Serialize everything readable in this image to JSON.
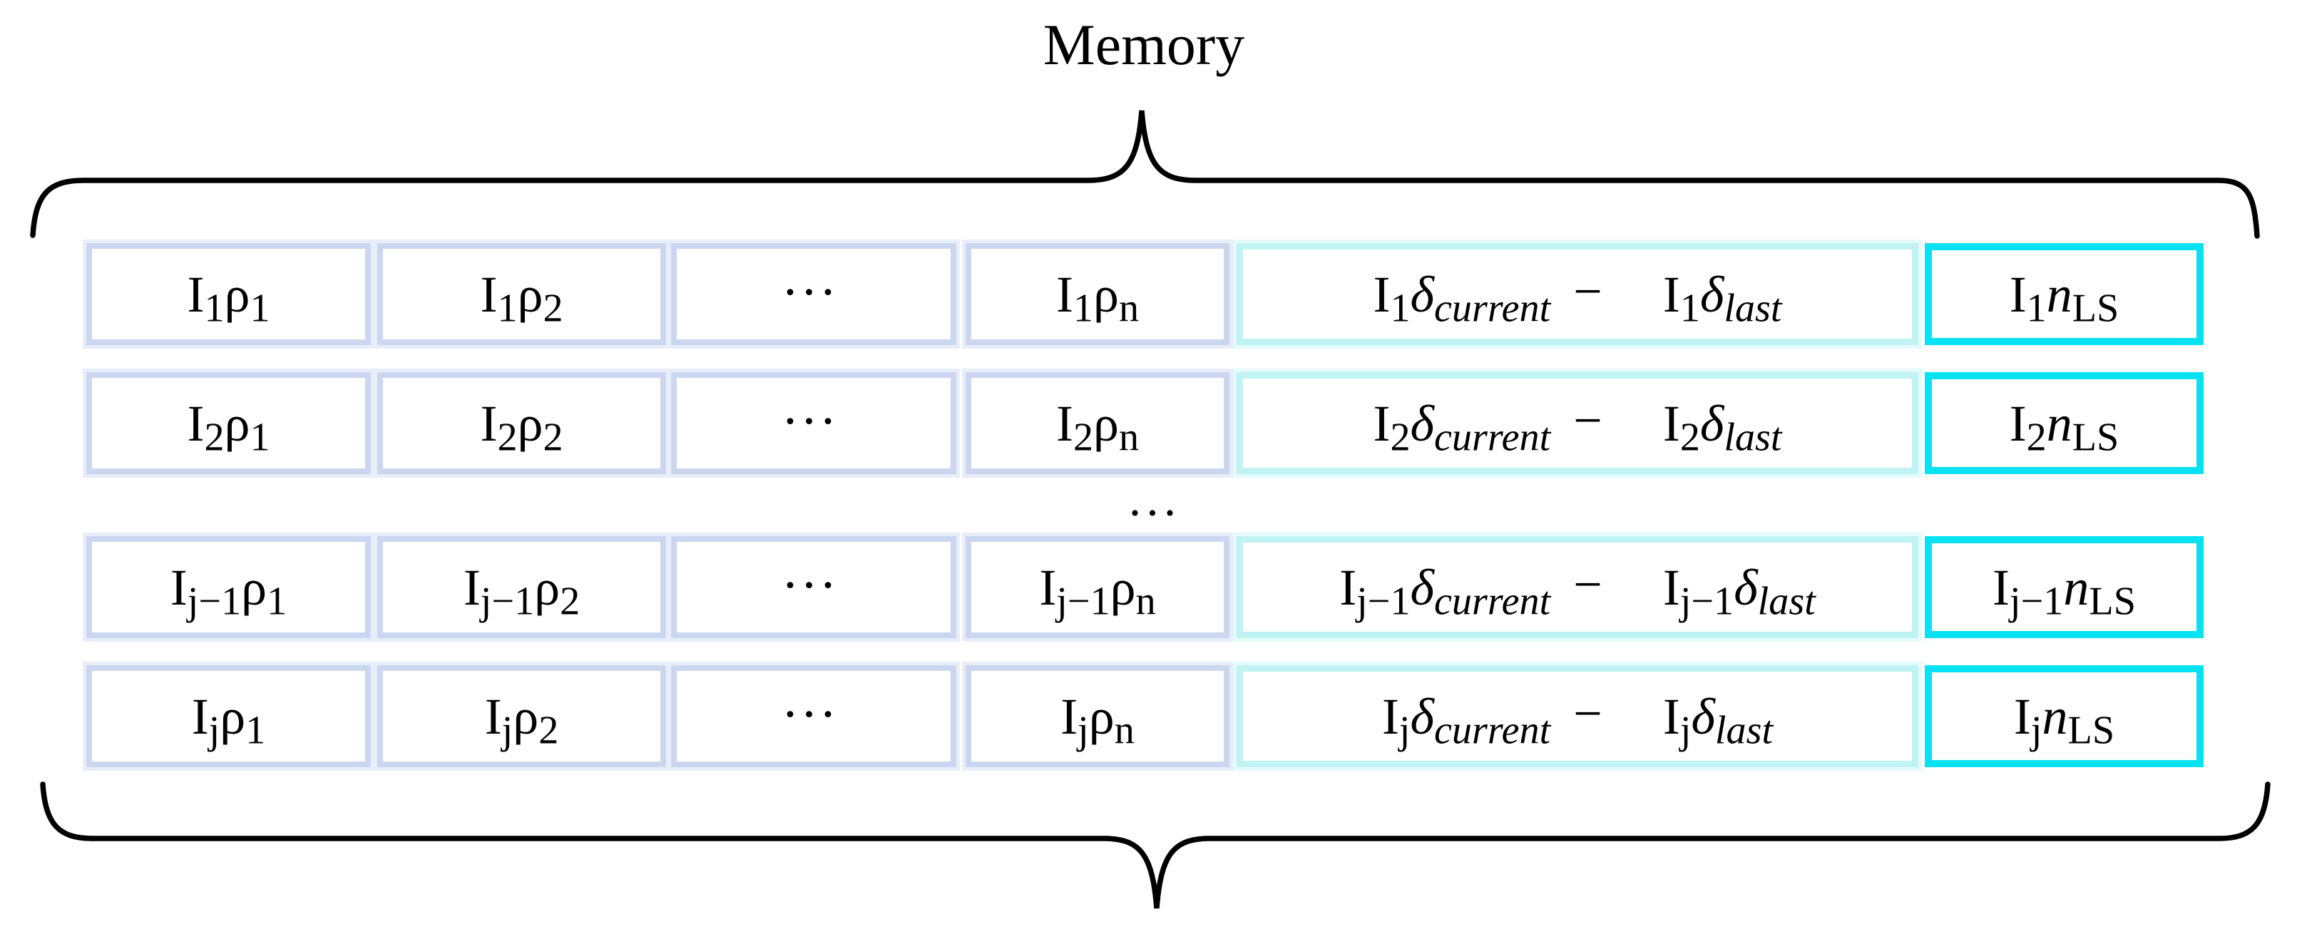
{
  "title": "Memory",
  "symbols": {
    "index_base": "I",
    "rho": "ρ",
    "delta": "δ",
    "n": "n",
    "ls_subscript": "LS",
    "minus": "−",
    "ellipsis": "..."
  },
  "rows": [
    {
      "index_subscript": "1"
    },
    {
      "index_subscript": "2"
    },
    {
      "index_subscript": "j−1"
    },
    {
      "index_subscript": "j"
    }
  ],
  "rho_subscripts": [
    "1",
    "2",
    "n"
  ],
  "delta_subscripts": {
    "minuend": "current",
    "subtrahend": "last"
  },
  "between_rows_ellipsis": "...",
  "colors": {
    "background": "#ffffff",
    "text": "#000000",
    "brace": "#000000",
    "rho_cell_border": "#cbd7f1",
    "rho_cell_glow": "#e7edf9",
    "delta_cell_border": "#bff3f4",
    "delta_cell_glow": "#e4fbfb",
    "nls_cell_border": "#06e2f2"
  }
}
